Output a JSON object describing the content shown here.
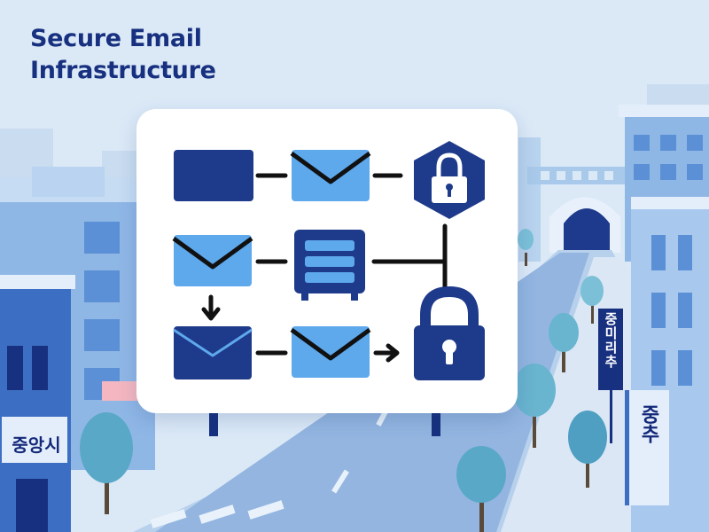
{
  "title": {
    "line1": "Secure Email",
    "line2": "Infrastructure"
  },
  "signs": {
    "left": "중앙시",
    "right_vertical_1": "중미리추",
    "right_vertical_2": "중추"
  },
  "colors": {
    "sky": "#dbe9f7",
    "navy": "#17307f",
    "dark_blue": "#1e3a8a",
    "light_blue": "#5ea8ec",
    "board_bg": "#ffffff",
    "connector": "#111111",
    "tree": "#5aa8c8"
  },
  "diagram": {
    "icons": [
      "envelope-closed-icon",
      "envelope-open-icon",
      "lock-shield-icon",
      "envelope-open-icon",
      "server-icon",
      "envelope-closed-icon",
      "envelope-open-icon",
      "lock-icon"
    ]
  }
}
